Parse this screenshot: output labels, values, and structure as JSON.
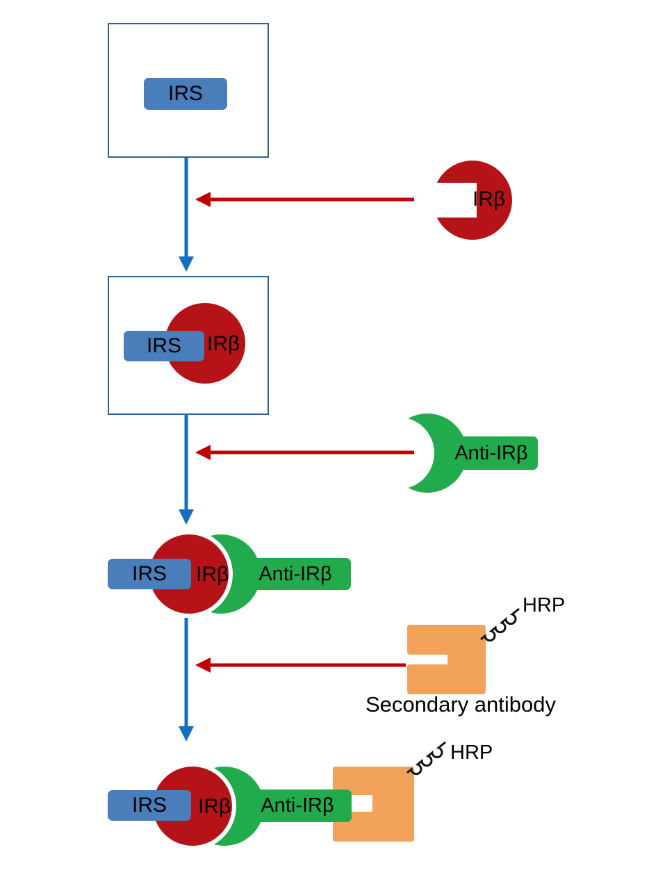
{
  "labels": {
    "irs": "IRS",
    "irb": "IRβ",
    "anti_irb": "Anti-IRβ",
    "hrp": "HRP",
    "secondary_antibody": "Secondary antibody"
  },
  "colors": {
    "background": "#ffffff",
    "box-border": "#2e6096",
    "irs-blue": "#4a7ebb",
    "dark-red": "#b61318",
    "arrow-red": "#c00000",
    "arrow-blue": "#1170c0",
    "green": "#22ab4d",
    "orange": "#f3a25a",
    "text": "#000000"
  },
  "flow": {
    "steps": [
      {
        "stage": 1,
        "components": [
          "IRS"
        ]
      },
      {
        "reagent": "IRβ"
      },
      {
        "stage": 2,
        "components": [
          "IRS",
          "IRβ"
        ]
      },
      {
        "reagent": "Anti-IRβ"
      },
      {
        "stage": 3,
        "components": [
          "IRS",
          "IRβ",
          "Anti-IRβ"
        ]
      },
      {
        "reagent": "Secondary antibody",
        "tag": "HRP"
      },
      {
        "stage": 4,
        "components": [
          "IRS",
          "IRβ",
          "Anti-IRβ",
          "Secondary antibody",
          "HRP"
        ]
      }
    ]
  }
}
